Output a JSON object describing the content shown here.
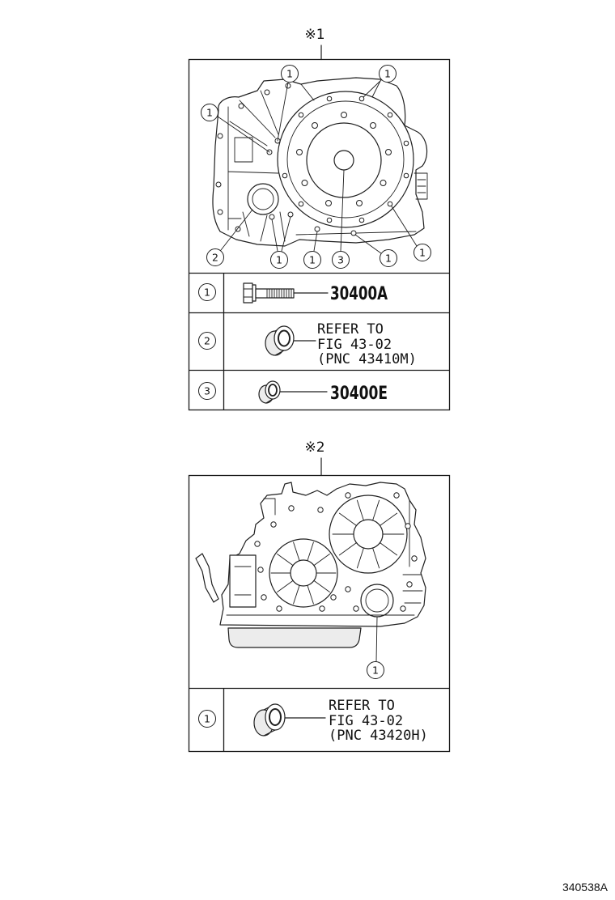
{
  "figure_code": "340538A",
  "sections": [
    {
      "marker": "※1",
      "callouts": [
        "1",
        "1",
        "1",
        "2",
        "1",
        "1",
        "3",
        "1",
        "1"
      ],
      "parts": [
        {
          "ref": "1",
          "icon": "bolt-icon",
          "lines": [
            "30400A"
          ]
        },
        {
          "ref": "2",
          "icon": "oil-seal-icon",
          "lines": [
            "REFER TO",
            "FIG 43-02",
            "(PNC 43410M)"
          ]
        },
        {
          "ref": "3",
          "icon": "oil-seal-icon",
          "lines": [
            "30400E"
          ]
        }
      ]
    },
    {
      "marker": "※2",
      "callouts": [
        "1"
      ],
      "parts": [
        {
          "ref": "1",
          "icon": "oil-seal-icon",
          "lines": [
            "REFER TO",
            "FIG 43-02",
            "(PNC 43420H)"
          ]
        }
      ]
    }
  ]
}
